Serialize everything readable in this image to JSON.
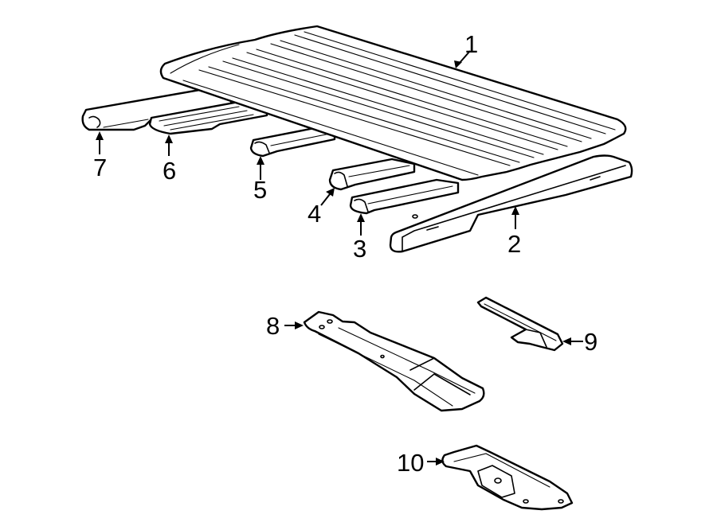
{
  "callouts": [
    {
      "id": "1",
      "label": "1"
    },
    {
      "id": "2",
      "label": "2"
    },
    {
      "id": "3",
      "label": "3"
    },
    {
      "id": "4",
      "label": "4"
    },
    {
      "id": "5",
      "label": "5"
    },
    {
      "id": "6",
      "label": "6"
    },
    {
      "id": "7",
      "label": "7"
    },
    {
      "id": "8",
      "label": "8"
    },
    {
      "id": "9",
      "label": "9"
    },
    {
      "id": "10",
      "label": "10"
    }
  ],
  "colors": {
    "line": "#000000",
    "background": "#ffffff"
  }
}
